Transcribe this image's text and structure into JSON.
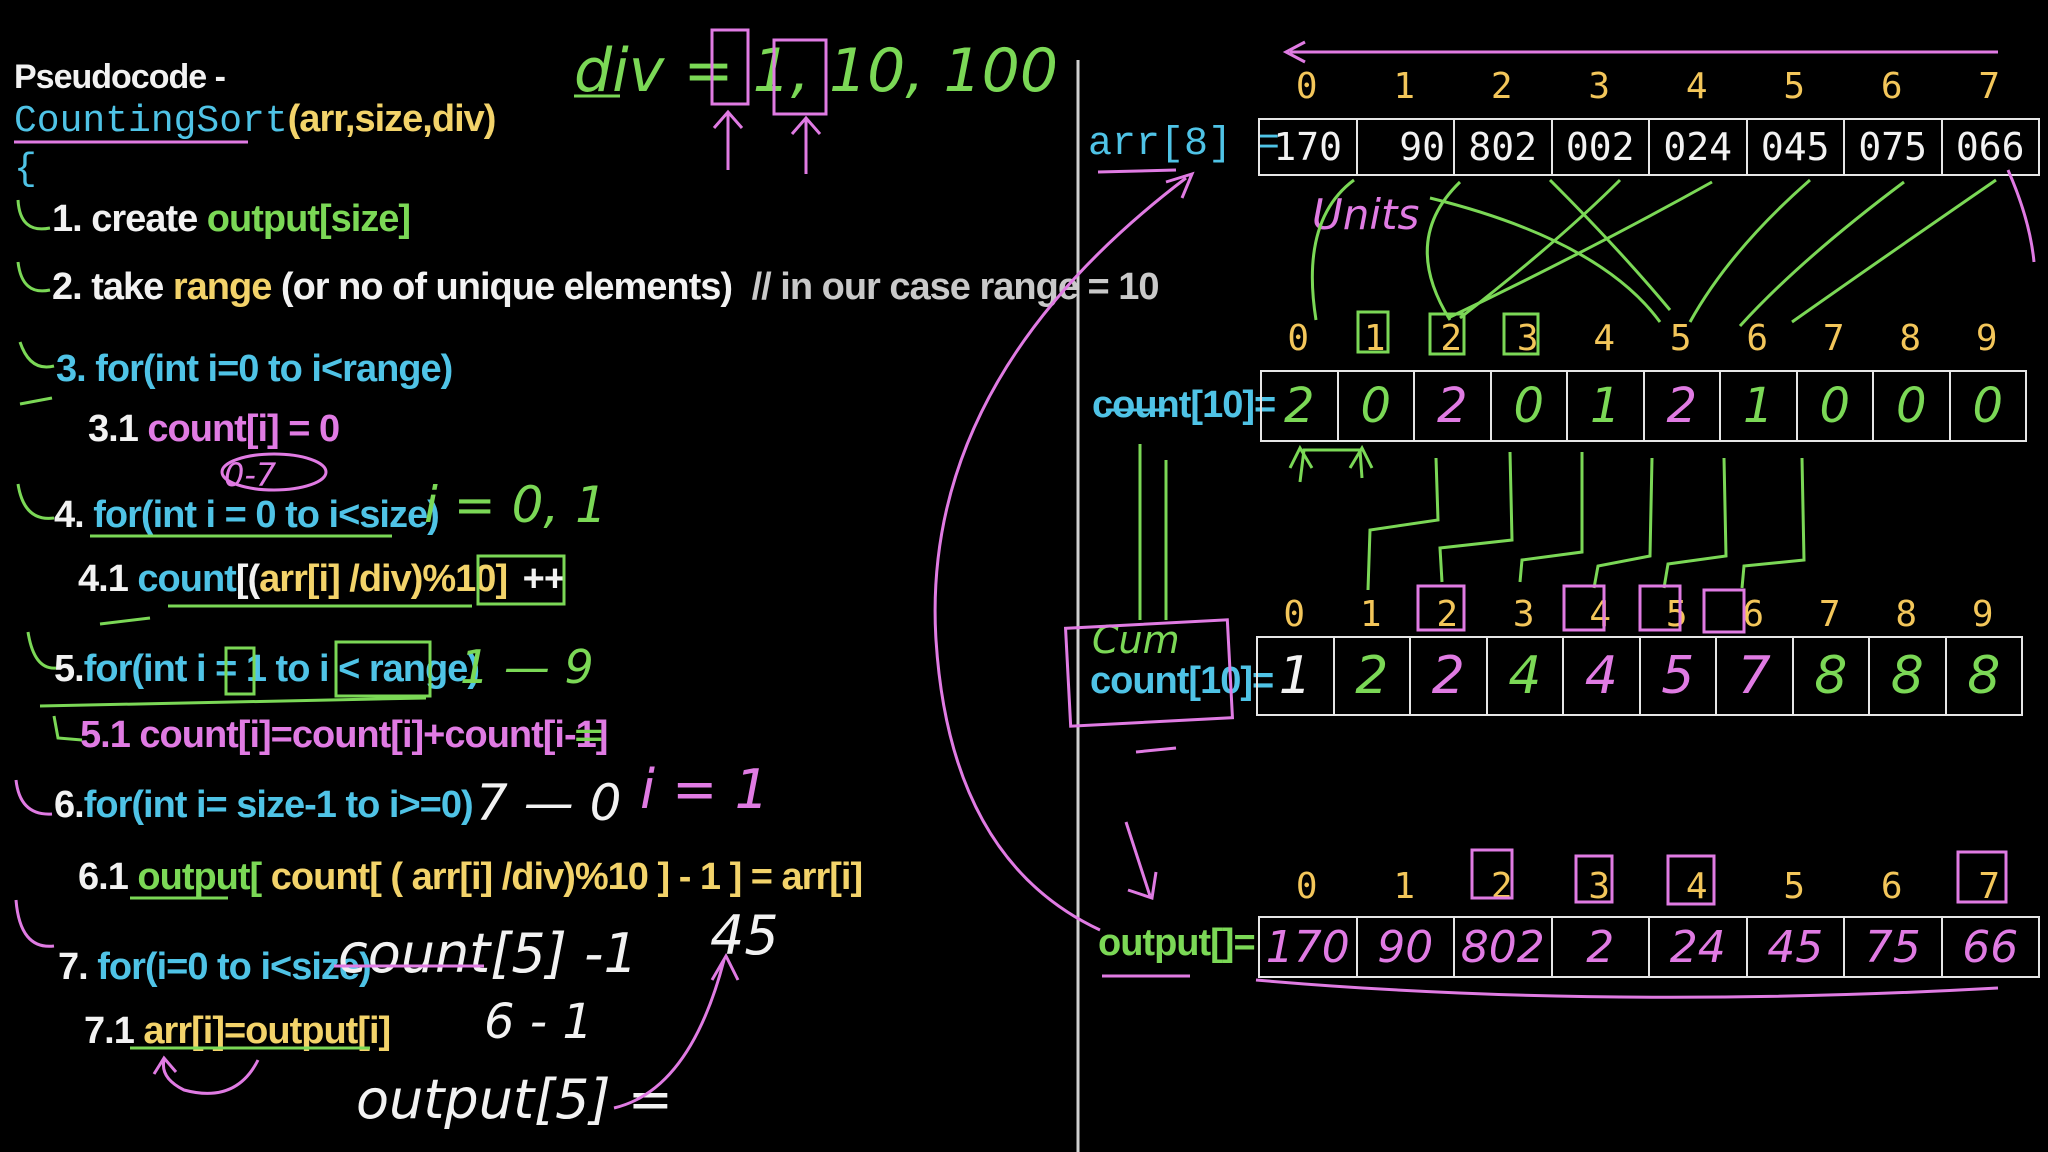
{
  "pseudocode": {
    "title": "Pseudocode -",
    "fn_name": "CountingSort",
    "fn_params": "(arr,size,div)",
    "open_brace": "{",
    "l1_num": "1. create",
    "l1_out": "output[size]",
    "l2_num": "2. take",
    "l2_range": "range",
    "l2_rest": "(or no of unique elements)",
    "l2_comment": "// in our case range = 10",
    "l3": "3. for(int i=0 to i<range)",
    "l31_num": "3.1",
    "l31": "count[i] = 0",
    "l4_num": "4.",
    "l4": "for(int i = 0 to i<size)",
    "l41_num": "4.1",
    "l41_a": "count",
    "l41_b": "[(",
    "l41_c": "arr[i] /div)%10]",
    "l41_d": "++",
    "l5_num": "5.",
    "l5": "for(int i = 1 to i < range)",
    "l51": "5.1 count[i]=count[i]+count[i-1]",
    "l6_num": "6.",
    "l6": "for(int i= size-1 to i>=0)",
    "l61_num": "6.1",
    "l61_out": "output[",
    "l61_rest": "count[ ( arr[i] /div)%10 ] - 1 ] = arr[i]",
    "l7_num": "7.",
    "l7": "for(i=0 to i<size)",
    "l71_num": "7.1",
    "l71": "arr[i]=output[i]"
  },
  "annotations": {
    "div_label": "div = 1, 10, 100",
    "zero_seven": "0-7",
    "i_eq_01": "i = 0, 1",
    "one_nine": "1 — 9",
    "eq_sign": "=",
    "seven_zero": "7 — 0",
    "i_eq_1": "i = 1",
    "count5": "count[5] -1",
    "six_minus_one": "6 - 1",
    "fortyfive": "45",
    "output5": "output[5] ="
  },
  "arrays": {
    "arr_label": "arr[8] =",
    "arr_indices": [
      "0",
      "1",
      "2",
      "3",
      "4",
      "5",
      "6",
      "7"
    ],
    "arr_values": [
      "170",
      "90",
      "802",
      "002",
      "024",
      "045",
      "075",
      "066"
    ],
    "units_note": "Units",
    "count_label": "count[10]=",
    "count_indices": [
      "0",
      "1",
      "2",
      "3",
      "4",
      "5",
      "6",
      "7",
      "8",
      "9"
    ],
    "count_values": [
      "2",
      "0",
      "2",
      "0",
      "1",
      "2",
      "1",
      "0",
      "0",
      "0"
    ],
    "cum_note": "Cum",
    "cum_label": "count[10]=",
    "cum_indices": [
      "0",
      "1",
      "2",
      "3",
      "4",
      "5",
      "6",
      "7",
      "8",
      "9"
    ],
    "cum_values": [
      "1",
      "2",
      "2",
      "4",
      "4",
      "5",
      "7",
      "8",
      "8",
      "8"
    ],
    "output_label": "output[]=",
    "output_indices": [
      "0",
      "1",
      "2",
      "3",
      "4",
      "5",
      "6",
      "7"
    ],
    "output_values": [
      "170",
      "90",
      "802",
      "2",
      "24",
      "45",
      "75",
      "66"
    ]
  },
  "colors": {
    "background": "#000000",
    "cyan": "#4fc3e6",
    "yellow": "#f3d36a",
    "green": "#7bd856",
    "pink": "#e07be3"
  }
}
